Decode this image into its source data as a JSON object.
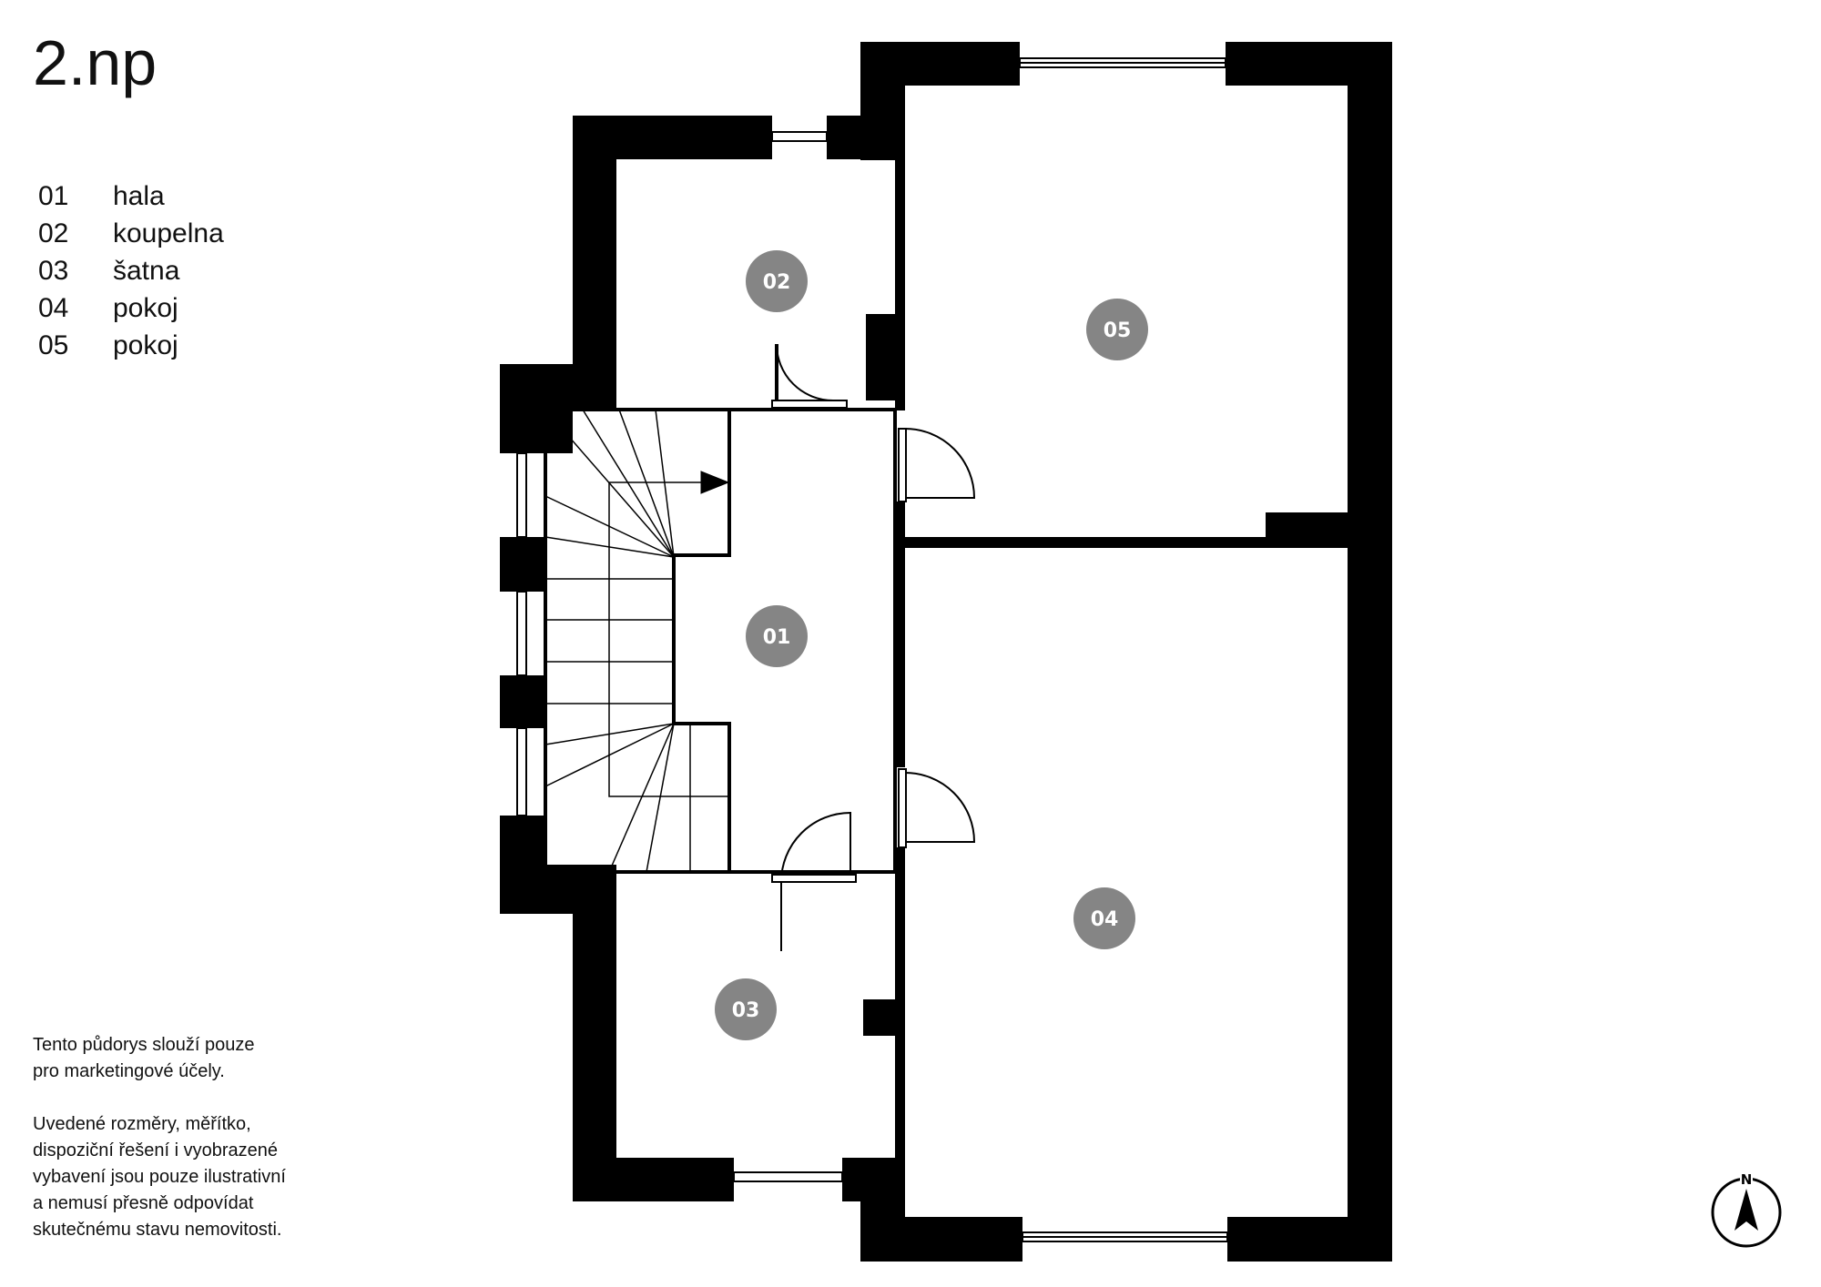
{
  "title": "2.np",
  "legend": [
    {
      "num": "01",
      "name": "hala"
    },
    {
      "num": "02",
      "name": "koupelna"
    },
    {
      "num": "03",
      "name": "šatna"
    },
    {
      "num": "04",
      "name": "pokoj"
    },
    {
      "num": "05",
      "name": "pokoj"
    }
  ],
  "disclaimer": {
    "line1": "Tento půdorys slouží pouze",
    "line2": "pro marketingové účely.",
    "line3": "Uvedené rozměry, měřítko,",
    "line4": "dispoziční řešení i vyobrazené",
    "line5": "vybavení jsou pouze ilustrativní",
    "line6": "a nemusí přesně odpovídat",
    "line7": "skutečnému stavu nemovitosti."
  },
  "rooms": {
    "r01": "01",
    "r02": "02",
    "r03": "03",
    "r04": "04",
    "r05": "05"
  },
  "north": "N",
  "colors": {
    "wall": "#000000",
    "room_marker": "#858585",
    "marker_text": "#ffffff"
  }
}
